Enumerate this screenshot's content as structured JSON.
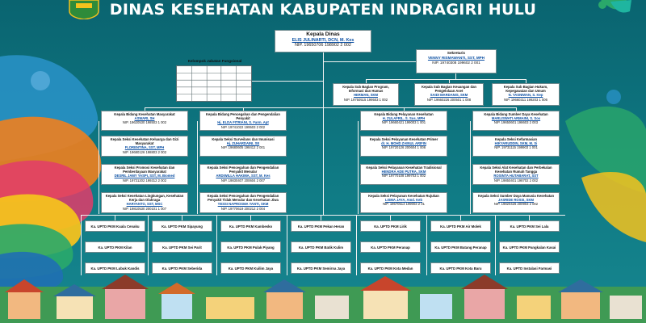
{
  "header": {
    "title": "DINAS KESEHATAN KABUPATEN INDRAGIRI HULU"
  },
  "head": {
    "role": "Kepala Dinas",
    "name": "ELIS JULINARTI, DCN, M. Kes",
    "nip": "NIP. 19650706 198902 2 002"
  },
  "secretary": {
    "role": "Sekretaris",
    "name": "VENNY RISMAWANTI, SST, MPH",
    "nip": "NIP. 19740308 199602 2 001"
  },
  "functional_group": {
    "label": "Kelompok Jabatan Fungsional"
  },
  "subsections": [
    {
      "role": "Kepala Sub Bagian Program, Informasi dan Humas",
      "name": "HERMAN, SKM",
      "nip": "NIP. 19750515 199503 1 002"
    },
    {
      "role": "Kepala Sub Bagian Keuangan dan Pengelolaan Aset",
      "name": "SAIDI MARDANIS, SKM",
      "nip": "NIP. 19660226 200501 1 008"
    },
    {
      "role": "Kepala Sub Bagian Hukum, Kepegawaian dan Umum",
      "name": "N. YASNIWAN, S. Kep",
      "nip": "NIP. 19660311 199203 1 006"
    }
  ],
  "divisions": [
    {
      "role": "Kepala Bidang Kesehatan Masyarakat",
      "name": "ASWARI, SH",
      "nip": "NIP. 19620530 198503 1 002",
      "sections": [
        {
          "role": "Kepala Seksi Kesehatan Keluarga dan Gizi Masyarakat",
          "name": "FLORENTINA, SST, MPH",
          "nip": "NIP. 19680126 198803 2 002"
        },
        {
          "role": "Kepala Seksi Promosi Kesehatan dan Pemberdayaan Masyarakat",
          "name": "DESRIL JAMY YASPI, SST, M. Biomed",
          "nip": "NIP. 19731202 199312 2 002"
        },
        {
          "role": "Kepala Seksi Kesehatan Lingkungan, Kesehatan Kerja dan Olahraga",
          "name": "HARYANTO, SST, MSC",
          "nip": "NIP. 19810530 200101 1 007"
        }
      ]
    },
    {
      "role": "Kepala Bidang Pencegahan dan Pengendalian Penyakit",
      "name": "Hj. ELDA FITRIANI, S. Farm. Apt",
      "nip": "NIP. 19741022 199503 2 002",
      "sections": [
        {
          "role": "Kepala Seksi Surveilans dan Imunisasi",
          "name": "Hj. ZUHARDAINI, SE",
          "nip": "NIP. 19680605 198412 2 001"
        },
        {
          "role": "Kepala Seksi Pencegahan dan Pengendalian Penyakit Menular",
          "name": "ARDIWILLA HAKIMA, SST, M. Kes",
          "nip": "NIP. 19830407 200604 2 007"
        },
        {
          "role": "Kepala Seksi Pencegahan dan Pengendalian Penyakit Tidak Menular dan Kesehatan Jiwa",
          "name": "YESSI NAPROSMA YANTI, SKM",
          "nip": "NIP. 19770619 200212 2 004"
        }
      ]
    },
    {
      "role": "Kepala Bidang Pelayanan Kesehatan",
      "name": "H. ZULAFRIL, S. Sos, MPH",
      "nip": "NIP. 19660421 199003 1 001",
      "sections": [
        {
          "role": "Kepala Seksi Pelayanan Kesehatan Primer",
          "name": "dr. H. MOHD ZAINUL ARIFIN",
          "nip": "NIP. 19720126 200604 1 006"
        },
        {
          "role": "Kepala Seksi Pelayanan Kesehatan Tradisional",
          "name": "HENDRA ADE PUTRA, SKM",
          "nip": "NIP. 19770108 199703 1 002"
        },
        {
          "role": "Kepala Seksi Pelayanan Kesehatan Rujukan",
          "name": "LISMA JAYA, Amd. Keb",
          "nip": "NIP. 19670513 199003 2 01"
        }
      ]
    },
    {
      "role": "Kepala Bidang Sumber Daya Kesehatan",
      "name": "MARLISWATI ARMAINI, S. Sos",
      "nip": "NIP. 19650601 198603 2 003",
      "sections": [
        {
          "role": "Kepala Seksi Kefarmasian",
          "name": "HIKYARUDDIN, SKM, M. Si",
          "nip": "NIP. 19731115 199903 1 001"
        },
        {
          "role": "Kepala Seksi Alat Kesehatan dan Perbekalan Kesehatan Rumah Tangga",
          "name": "ROSINTA HUTABARAT, SST",
          "nip": "NIP. 19850401 198702 2 002"
        },
        {
          "role": "Kepala Seksi Sumber Daya Manusia Kesehatan",
          "name": "JASRIDE ROSSI, SKM",
          "nip": "NIP. 19820426 200903 2 002"
        }
      ]
    }
  ],
  "upt_units": [
    [
      "Ka. UPTD PKM Kuala Cenaku",
      "Ka. UPTD PKM Kilan",
      "Ka. UPTD PKM Lubuk Kandis"
    ],
    [
      "Ka. UPTD PKM Sipayung",
      "Ka. UPTD PKM Sei Parit",
      "Ka. UPTD PKM Seberida"
    ],
    [
      "Ka. UPTD PKM Kambesko",
      "Ka. UPTD PKM Pulak Piyang",
      "Ka. UPTD PKM Kuilim Jaya"
    ],
    [
      "Ka. UPTD PKM Pekan Heran",
      "Ka. UPTD PKM Batik Kulim",
      "Ka. UPTD PKM Semirna Jaya"
    ],
    [
      "Ka. UPTD PKM Lirik",
      "Ka. UPTD PKM Peranap",
      "Ka. UPTD PKM Kota Medan"
    ],
    [
      "Ka. UPTD PKM Air Molek",
      "Ka. UPTD PKM Batang Peranap",
      "Ka. UPTD PKM Kota Baru"
    ],
    [
      "Ka. UPTD PKM Sei Lala",
      "Ka. UPTD PKM Pangkalan Kasai",
      "Ka. UPTD Instalasi Farmasi"
    ]
  ],
  "colors": {
    "background": "#0d6e78",
    "connector": "#f2f2f2",
    "name_text": "#0a4fa3"
  }
}
